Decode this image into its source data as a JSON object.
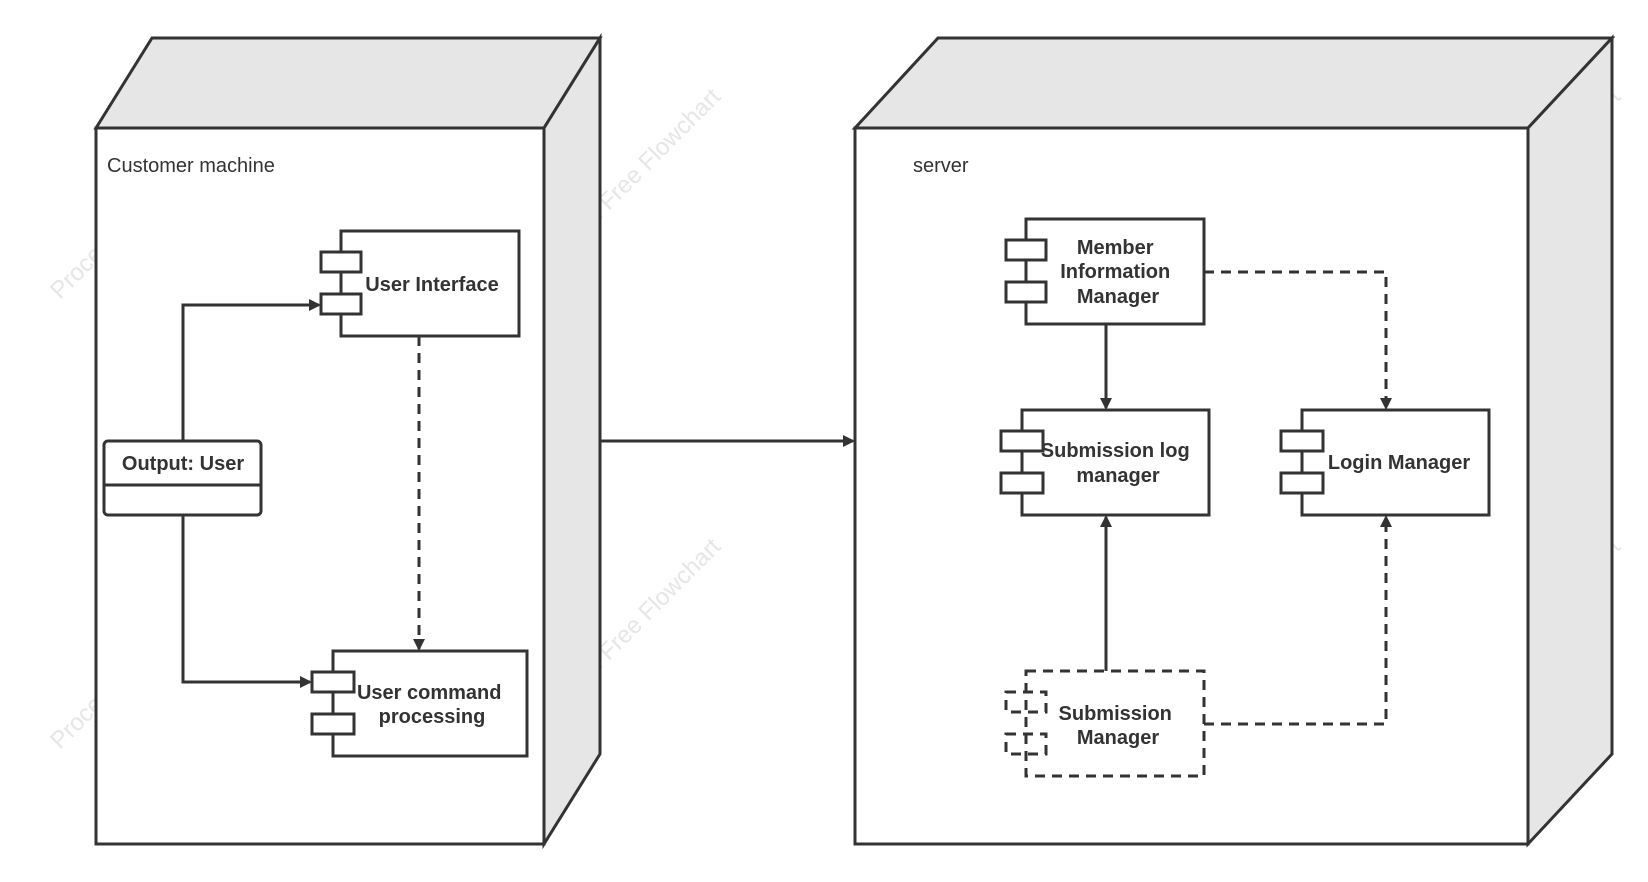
{
  "nodes": {
    "customer": {
      "label": "Customer machine"
    },
    "server": {
      "label": "server"
    }
  },
  "components": {
    "user_interface": {
      "lines": [
        "User Interface"
      ]
    },
    "user_command": {
      "lines": [
        "User command",
        "processing"
      ]
    },
    "member_info": {
      "lines": [
        "Member",
        "Information",
        "Manager"
      ]
    },
    "submission_log": {
      "lines": [
        "Submission log",
        "manager"
      ]
    },
    "login_manager": {
      "lines": [
        "Login Manager"
      ]
    },
    "submission_manager": {
      "lines": [
        "Submission",
        "Manager"
      ]
    }
  },
  "actor": {
    "label": "Output: User"
  },
  "watermark": {
    "text": "ProcessOn Free Flowchart"
  },
  "colors": {
    "stroke": "#333333",
    "node_shade": "#e6e6e6",
    "background": "#ffffff",
    "watermark": "#e6e6e6"
  }
}
